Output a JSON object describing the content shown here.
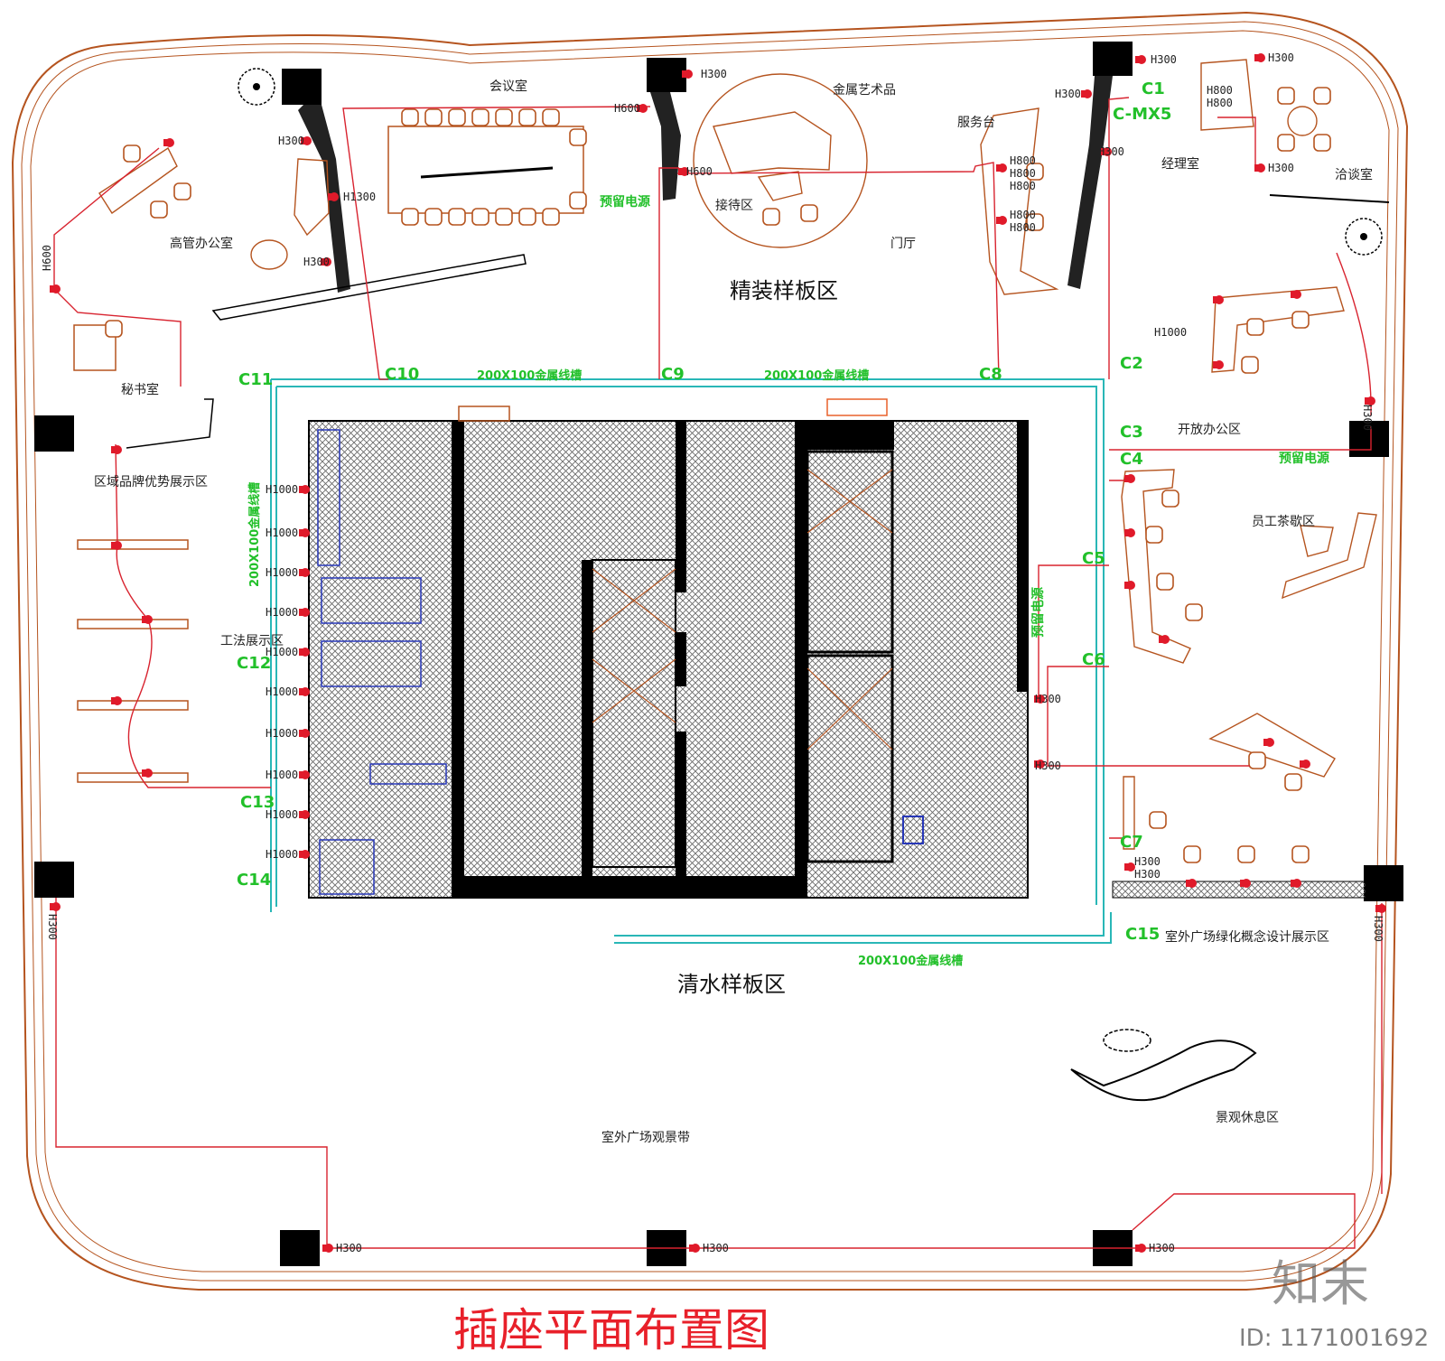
{
  "title": "插座平面布置图",
  "zones": {
    "fine_sample": "精装样板区",
    "bare_sample": "清水样板区"
  },
  "rooms": {
    "meeting": "会议室",
    "metal_art": "金属艺术品",
    "service_desk": "服务台",
    "manager": "经理室",
    "negotiation": "洽谈室",
    "exec_office": "高管办公室",
    "reception": "接待区",
    "lobby": "门厅",
    "secretary": "秘书室",
    "brand": "区域品牌优势展示区",
    "open_office": "开放办公区",
    "tea": "员工茶歇区",
    "craft": "工法展示区",
    "outdoor_green": "室外广场绿化概念设计展示区",
    "outdoor_view": "室外广场观景带",
    "landscape_rest": "景观休息区"
  },
  "circuits": {
    "c1": "C1",
    "c2": "C2",
    "c3": "C3",
    "c4": "C4",
    "c5": "C5",
    "c6": "C6",
    "c7": "C7",
    "c8": "C8",
    "c9": "C9",
    "c10": "C10",
    "c11": "C11",
    "c12": "C12",
    "c13": "C13",
    "c14": "C14",
    "c15": "C15",
    "panel": "C-MX5"
  },
  "trays": {
    "top_left": "200X100金属线槽",
    "top_right": "200X100金属线槽",
    "left_vertical": "200X100金属线槽",
    "bottom": "200X100金属线槽"
  },
  "power_notes": {
    "center": "预留电源",
    "right_office": "预留电源",
    "core": "预留电源"
  },
  "heights": {
    "h300": "H300",
    "h600": "H600",
    "h800": "H800",
    "h1000": "H1000",
    "h1300": "H1300"
  },
  "watermark": {
    "brand": "知末",
    "id": "ID: 1171001692"
  },
  "colors": {
    "wiring": "#d8232f",
    "circuit_label": "#22c02a",
    "cable_tray": "#29b7b7",
    "furniture": "#b5541f",
    "title": "#e8202a"
  }
}
